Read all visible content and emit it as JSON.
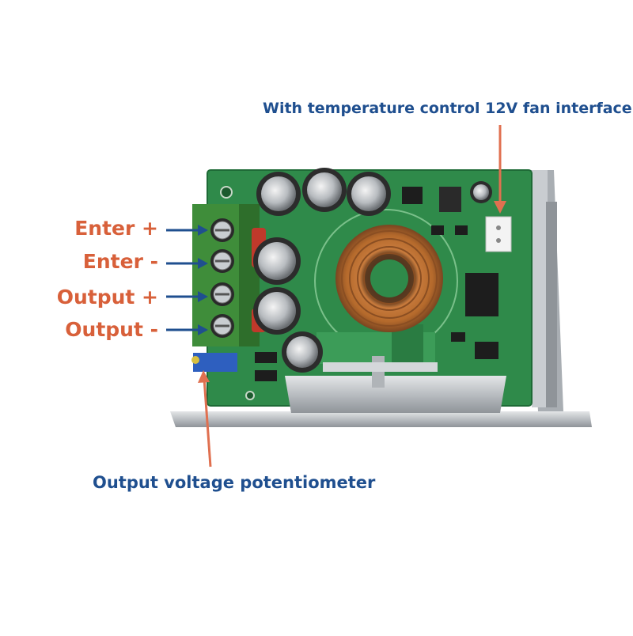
{
  "labels": {
    "enter_plus": "Enter +",
    "enter_minus": "Enter -",
    "output_plus": "Output +",
    "output_minus": "Output -",
    "fan_interface": "With temperature control 12V fan interface",
    "potentiometer": "Output voltage potentiometer"
  },
  "colors": {
    "terminal_label": "#d8603a",
    "note_label": "#1f4f8f",
    "pcb_green": "#2f8a4a",
    "arrow_orange": "#e07050",
    "arrow_blue": "#1f4f8f"
  }
}
